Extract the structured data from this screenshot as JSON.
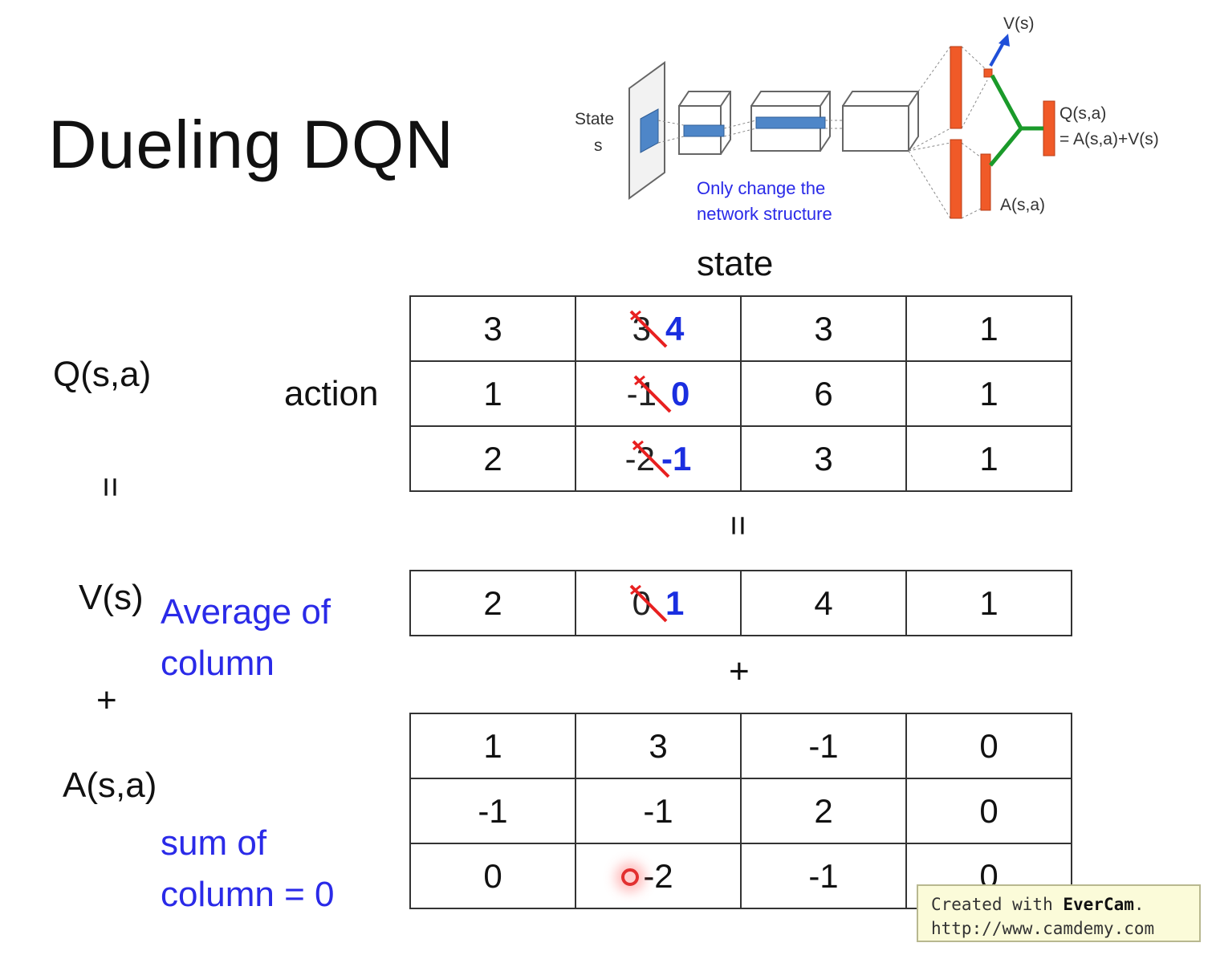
{
  "slide": {
    "title": "Dueling DQN",
    "labels": {
      "q": "Q(s,a)",
      "equals_left": "=",
      "v": "V(s)",
      "plus_left": "+",
      "a": "A(s,a)",
      "state": "state",
      "action": "action",
      "equals_mid": "=",
      "plus_mid": "+",
      "note_average_1": "Average of",
      "note_average_2": "column",
      "note_sum_1": "sum of",
      "note_sum_2": "column = 0"
    },
    "diagram": {
      "state_label_1": "State",
      "state_label_2": "s",
      "v_label": "V(s)",
      "q_label_1": "Q(s,a)",
      "q_label_2": "= A(s,a)+V(s)",
      "a_label": "A(s,a)",
      "note_1": "Only change the",
      "note_2": "network structure"
    },
    "q_table": {
      "rows": [
        [
          "3",
          "3",
          "3",
          "1"
        ],
        [
          "1",
          "-1",
          "6",
          "1"
        ],
        [
          "2",
          "-2",
          "3",
          "1"
        ]
      ],
      "corrections": [
        "4",
        "0",
        "-1"
      ]
    },
    "v_table": {
      "row": [
        "2",
        "0",
        "4",
        "1"
      ],
      "correction": "1"
    },
    "a_table": {
      "rows": [
        [
          "1",
          "3",
          "-1",
          "0"
        ],
        [
          "-1",
          "-1",
          "2",
          "0"
        ],
        [
          "0",
          "-2",
          "-1",
          "0"
        ]
      ]
    },
    "watermark": {
      "line1_prefix": "Created with ",
      "line1_brand": "EverCam",
      "line1_suffix": ".",
      "line2": "http://www.camdemy.com"
    }
  }
}
